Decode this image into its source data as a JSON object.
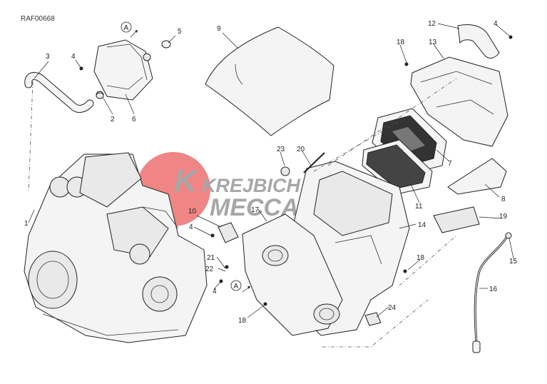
{
  "drawing": {
    "reference": "RAF00668",
    "view_marker": "A"
  },
  "callouts": [
    {
      "id": "c1",
      "text": "1"
    },
    {
      "id": "c2",
      "text": "2"
    },
    {
      "id": "c3",
      "text": "3"
    },
    {
      "id": "c4a",
      "text": "4"
    },
    {
      "id": "c4b",
      "text": "4"
    },
    {
      "id": "c4c",
      "text": "4"
    },
    {
      "id": "c4d",
      "text": "4"
    },
    {
      "id": "c5",
      "text": "5"
    },
    {
      "id": "c6",
      "text": "6"
    },
    {
      "id": "c7",
      "text": "7"
    },
    {
      "id": "c8",
      "text": "8"
    },
    {
      "id": "c9",
      "text": "9"
    },
    {
      "id": "c10",
      "text": "10"
    },
    {
      "id": "c11",
      "text": "11"
    },
    {
      "id": "c12",
      "text": "12"
    },
    {
      "id": "c13",
      "text": "13"
    },
    {
      "id": "c14",
      "text": "14"
    },
    {
      "id": "c15",
      "text": "15"
    },
    {
      "id": "c16",
      "text": "16"
    },
    {
      "id": "c17",
      "text": "17"
    },
    {
      "id": "c18a",
      "text": "18"
    },
    {
      "id": "c18b",
      "text": "18"
    },
    {
      "id": "c18c",
      "text": "18"
    },
    {
      "id": "c19",
      "text": "19"
    },
    {
      "id": "c20",
      "text": "20"
    },
    {
      "id": "c21",
      "text": "21"
    },
    {
      "id": "c22",
      "text": "22"
    },
    {
      "id": "c23",
      "text": "23"
    },
    {
      "id": "c24",
      "text": "24"
    }
  ],
  "watermark": {
    "line1": "KREJBICH",
    "line2": "MECCANICA",
    "colors": {
      "circle": "#e8403f",
      "text": "#8a8a8a"
    }
  }
}
